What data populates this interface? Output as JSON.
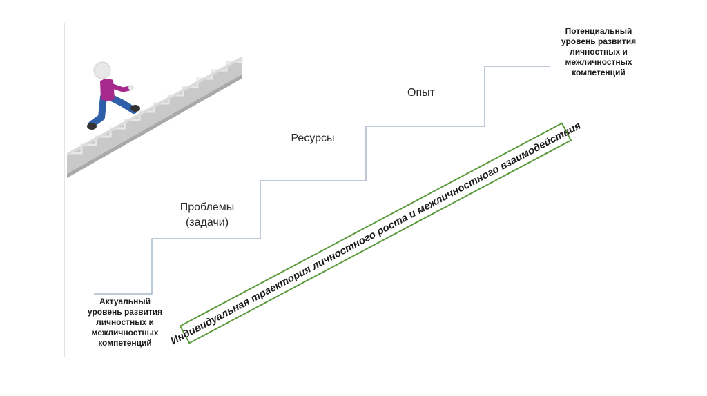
{
  "diagram": {
    "actual_level": {
      "lines": [
        "Актуальный",
        "уровень развития",
        "личностных и",
        "межличностных",
        "компетенций"
      ]
    },
    "potential_level": {
      "lines": [
        "Потенциальный",
        "уровень развития",
        "личностных и",
        "межличностных",
        "компетенций"
      ]
    },
    "steps": {
      "problems": [
        "Проблемы",
        "(задачи)"
      ],
      "resources": "Ресурсы",
      "experience": "Опыт"
    },
    "trajectory": "Индивидуальная траектория личностного роста и межличностного взаимодействия",
    "colors": {
      "step_line": "#a8b8cc",
      "box_border": "#5a9a3c",
      "shirt": "#a52a8c",
      "pants": "#2e5fa8"
    },
    "icons": [
      "climbing-figure-icon",
      "staircase-icon"
    ]
  }
}
